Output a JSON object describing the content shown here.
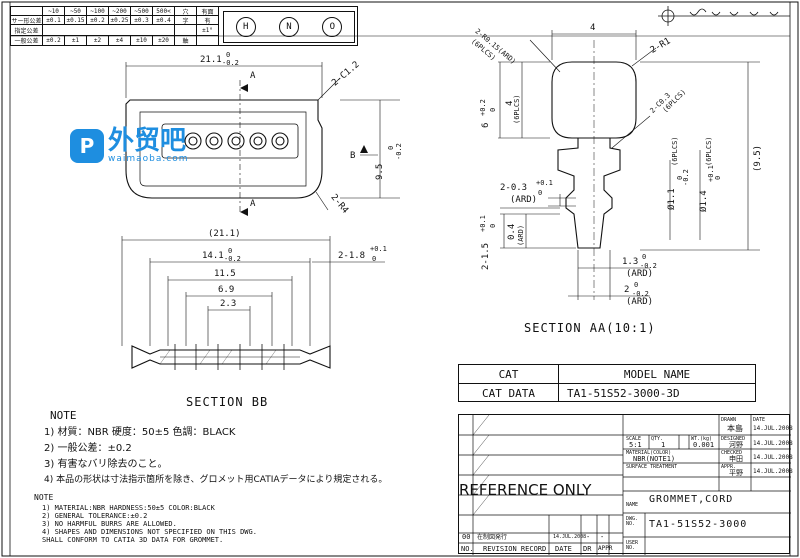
{
  "tolerance_table": {
    "range_headers": [
      "~10",
      "~50",
      "~100",
      "~200",
      "~500",
      "500<",
      "穴",
      "有面"
    ],
    "rows": [
      {
        "label": "サー形公差",
        "values": [
          "±0.1",
          "±0.15",
          "±0.2",
          "±0.25",
          "±0.3",
          "±0.4",
          "字",
          "有"
        ]
      },
      {
        "label": "指定公差",
        "values": [
          "",
          "",
          "",
          "",
          "",
          "",
          "",
          "±1°"
        ]
      },
      {
        "label": "一般公差",
        "values": [
          "±0.2",
          "±1",
          "±2",
          "±4",
          "±10",
          "±20",
          "軸",
          ""
        ]
      }
    ],
    "circle_marks": [
      "H",
      "N",
      "O"
    ]
  },
  "watermark": {
    "brand": "外贸吧",
    "url": "waimaoba.com",
    "badge": "P"
  },
  "top_view_dims": {
    "length": "21.1",
    "length_tol_upper": "0",
    "length_tol_lower": "-0.2",
    "chamfer": "2-C1.2",
    "height": "9.5",
    "height_tol_upper": "0",
    "height_tol_lower": "-0.2",
    "radius": "2-R4",
    "section_a": "A",
    "section_b": "B"
  },
  "section_bb": {
    "title": "SECTION BB",
    "overall": "(21.1)",
    "mid_length": "14.1",
    "mid_tol_upper": "0",
    "mid_tol_lower": "-0.2",
    "end_dim": "2-1.8",
    "end_tol_upper": "+0.1",
    "end_tol_lower": "0",
    "d1": "11.5",
    "d2": "6.9",
    "d3": "2.3"
  },
  "section_aa": {
    "title": "SECTION AA(10:1)",
    "r05": "2-R0.15(ARD)",
    "r05b": "(6PLCS)",
    "top_width": "4",
    "r1": "2-R1",
    "c03": "2-C0.3",
    "c03b": "(6PLCS)",
    "h6": "6",
    "h6_tol_upper": "+0.2",
    "h6_tol_lower": "0",
    "h4": "4",
    "h4b": "(6PLCS)",
    "h95": "(9.5)",
    "d03": "2-0.3",
    "d03_tol_upper": "+0.1",
    "d03_tol_lower": "0",
    "d03_ard": "(ARD)",
    "phi11": "Ø1.1",
    "phi11_tol_upper": "0",
    "phi11_tol_lower": "-0.2",
    "phi11_plcs": "(6PLCS)",
    "phi14": "Ø1.4",
    "phi14_tol_upper": "+0.1",
    "phi14_tol_lower": "0",
    "phi14_plcs": "(6PLCS)",
    "v15": "2-1.5",
    "v15_tol_upper": "+0.1",
    "v15_tol_lower": "0",
    "v04": "0.4",
    "v04b": "(ARD)",
    "w13": "1.3",
    "w13_tol_upper": "0",
    "w13_tol_lower": "-0.2",
    "w13_ard": "(ARD)",
    "w2": "2",
    "w2_tol_upper": "0",
    "w2_tol_lower": "-0.2",
    "w2_ard": "(ARD)"
  },
  "model_table": {
    "header_left": "CAT",
    "header_right": "MODEL NAME",
    "row_left": "CAT DATA",
    "row_right": "TA1-51S52-3000-3D"
  },
  "notes_jp": {
    "title": "NOTE",
    "lines": [
      "1) 材質：NBR 硬度：50±5 色調：BLACK",
      "2) 一般公差：±0.2",
      "3) 有害なバリ除去のこと。",
      "4) 本品の形状は寸法指示箇所を除き、グロメット用CATIAデータにより規定される。"
    ]
  },
  "notes_en": {
    "title": "NOTE",
    "lines": [
      "1) MATERIAL:NBR HARDNESS:50±5 COLOR:BLACK",
      "2) GENERAL TOLERANCE:±0.2",
      "3) NO HARMFUL BURRS ARE ALLOWED.",
      "4) SHAPES AND DIMENSIONS NOT SPECIFIED ON THIS DWG.",
      "   SHALL CONFORM TO CATIA 3D DATA FOR GROMMET."
    ]
  },
  "title_block": {
    "reference": "REFERENCE ONLY",
    "drawn_label": "DRAWN",
    "drawn_name": "本島",
    "date_label": "DATE",
    "drawn_date": "14.JUL.2008",
    "scale_label": "SCALE",
    "scale": "5:1",
    "qty_label": "QTY.",
    "qty": "1",
    "wt_label": "WT.(kg)",
    "wt": "0.001",
    "designed_label": "DESIGNED",
    "designed_name": "河野",
    "designed_date": "14.JUL.2008",
    "material_label": "MATERIAL(COLOR)",
    "material": "NBR(NOTE1)",
    "checked_label": "CHECKED",
    "checked_name": "申田",
    "checked_date": "14.JUL.2008",
    "surface_label": "SURFACE TREATMENT",
    "appr_label": "APPR.",
    "appr_name": "平野",
    "appr_date": "14.JUL.2008",
    "name_label": "NAME",
    "name": "GROMMET,CORD",
    "dwg_label": "DWG. NO.",
    "dwg_no": "TA1-51S52-3000",
    "user_label": "USER NO.",
    "rev_symbol": "00",
    "rev_desc": "在制図発行",
    "rev_date": "14.JUL.2008",
    "rev_dash1": "-",
    "rev_dash2": "-",
    "rev_cols": [
      "NO.",
      "REVISION RECORD",
      "DATE",
      "DR",
      "APPR"
    ]
  }
}
